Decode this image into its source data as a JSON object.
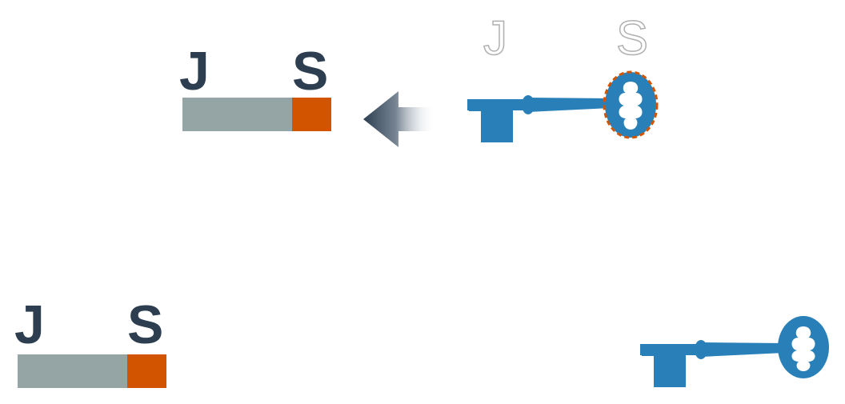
{
  "colors": {
    "text_dark": "#2c3e50",
    "bar_gray": "#95a5a6",
    "bar_orange": "#d35400",
    "key_blue": "#2980b9",
    "dashed_gray": "#b0b0b0",
    "highlight_orange": "#d35400"
  },
  "top_group": {
    "magnet": {
      "letter_left": "J",
      "letter_right": "S"
    },
    "ghost_letters": {
      "letter_left": "J",
      "letter_right": "S"
    },
    "arrow_icon": "arrow-left-gradient-icon",
    "key_icon": "skeleton-key-icon"
  },
  "bottom_group": {
    "magnet": {
      "letter_left": "J",
      "letter_right": "S"
    },
    "key_icon": "skeleton-key-icon"
  }
}
